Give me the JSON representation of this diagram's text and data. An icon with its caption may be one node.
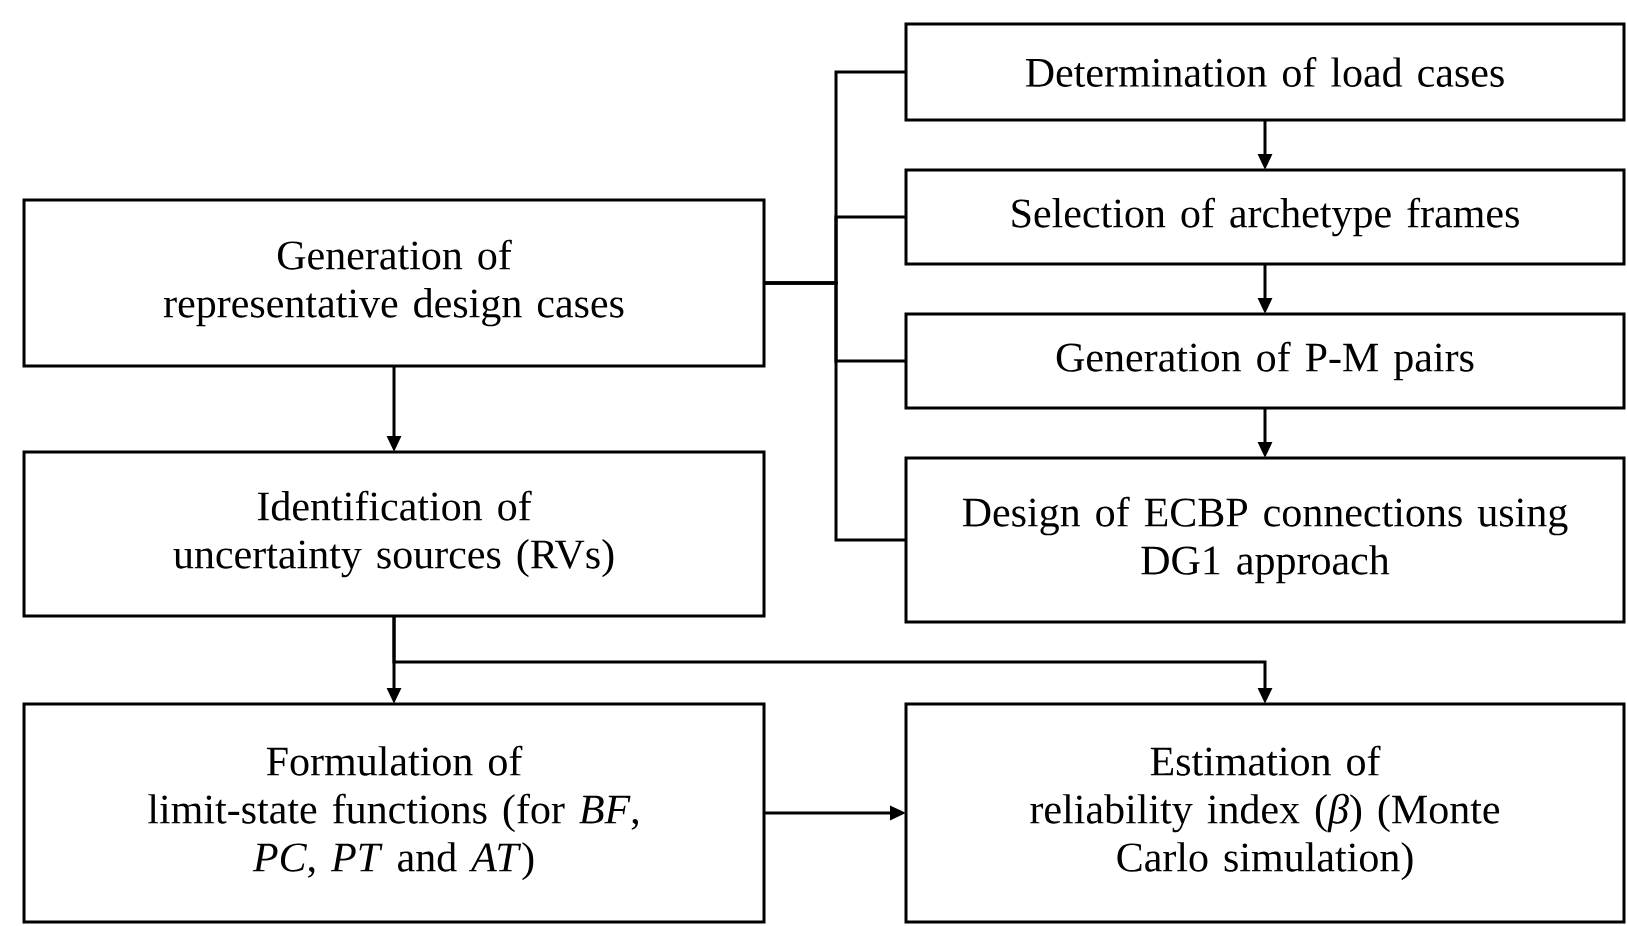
{
  "diagram": {
    "nodes": [
      {
        "text": [
          "Generation of representative design cases"
        ]
      },
      {
        "text": [
          "Determination of load cases"
        ]
      },
      {
        "text": [
          "Selection of archetype frames"
        ]
      },
      {
        "text": [
          "Generation of P-M pairs"
        ]
      },
      {
        "text": [
          "Design of ECBP connections using DG1 approach"
        ]
      },
      {
        "text": [
          "Identification of uncertainty sources (RVs)"
        ]
      },
      {
        "text": [
          "Formulation of limit-state functions (for *BF*, *PC*, *PT* and *AT*)"
        ]
      },
      {
        "text": [
          "Estimation of reliability index (*β*) (Monte Carlo simulation)"
        ]
      }
    ],
    "edges": [
      {
        "from": 0,
        "to": 1,
        "arrow": "none"
      },
      {
        "from": 0,
        "to": 2,
        "arrow": "none"
      },
      {
        "from": 0,
        "to": 3,
        "arrow": "none"
      },
      {
        "from": 0,
        "to": 4,
        "arrow": "none"
      },
      {
        "from": 1,
        "to": 2,
        "arrow": "to"
      },
      {
        "from": 2,
        "to": 3,
        "arrow": "to"
      },
      {
        "from": 3,
        "to": 4,
        "arrow": "to"
      },
      {
        "from": 0,
        "to": 5,
        "arrow": "to"
      },
      {
        "from": 5,
        "to": 6,
        "arrow": "to"
      },
      {
        "from": 5,
        "to": 7,
        "arrow": "to"
      },
      {
        "from": 6,
        "to": 7,
        "arrow": "to"
      }
    ]
  }
}
